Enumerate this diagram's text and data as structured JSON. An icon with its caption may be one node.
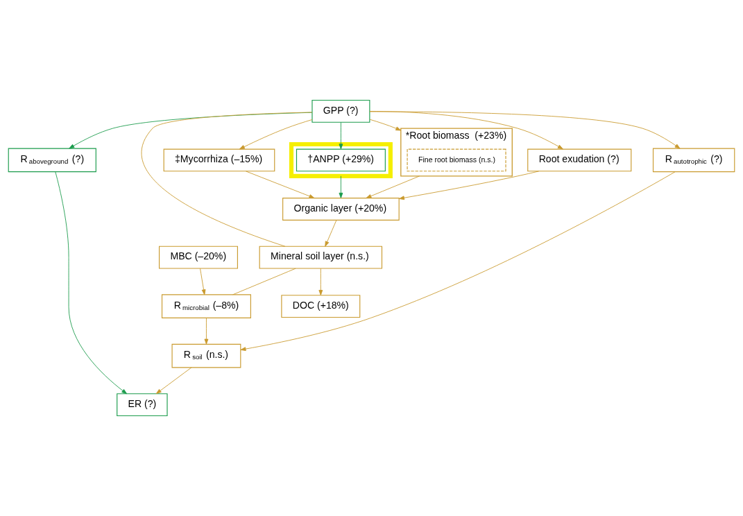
{
  "diagram": {
    "nodes": [
      {
        "text": [
          "GPP (?)"
        ]
      },
      {
        "text": [
          "ER (?)"
        ]
      },
      {
        "text": [],
        "shape": "box"
      },
      {
        "text": [
          "†ANPP (+29%)"
        ],
        "in": 2
      },
      {
        "text": [
          "R$_{aboveground}$ (?)"
        ]
      },
      {
        "text": [
          "Organic layer (+20%)"
        ]
      },
      {
        "text": [
          "*Root biomass  (+23%)"
        ]
      },
      {
        "text": [
          "Fine root biomass (n.s.)"
        ],
        "in": 6
      },
      {
        "text": [
          "Root exudation (?)"
        ]
      },
      {
        "text": [
          "‡Mycorrhiza (–15%)"
        ]
      },
      {
        "text": [
          "R$_{autotrophic}$ (?)"
        ]
      },
      {
        "text": [
          "R$_{soil}$ (n.s.)"
        ]
      },
      {
        "text": [
          "MBC (–20%)"
        ]
      },
      {
        "text": [
          "R$_{microbial}$ (–8%)"
        ]
      },
      {
        "text": [
          "Mineral soil layer (n.s.)"
        ]
      },
      {
        "text": [
          "DOC (+18%)"
        ]
      }
    ],
    "edges": [
      {
        "from": 0,
        "to": 3,
        "arrow": "to",
        "color": "#1a9b4b"
      },
      {
        "from": 0,
        "to": 4,
        "arrow": "to",
        "color": "#1a9b4b"
      },
      {
        "from": 4,
        "to": 1,
        "arrow": "to",
        "color": "#1a9b4b"
      },
      {
        "from": 2,
        "to": 5,
        "arrow": "to",
        "color": "#1a9b4b"
      },
      {
        "from": 0,
        "to": 6,
        "arrow": "to"
      },
      {
        "from": 0,
        "to": 10,
        "arrow": "to"
      },
      {
        "from": 0,
        "to": 8,
        "arrow": "to"
      },
      {
        "from": 0,
        "to": 9,
        "arrow": "to"
      },
      {
        "from": 0,
        "to": 14,
        "arrow": "none"
      },
      {
        "from": 6,
        "to": 5,
        "arrow": "to"
      },
      {
        "from": 8,
        "to": 5,
        "arrow": "to"
      },
      {
        "from": 9,
        "to": 5,
        "arrow": "to"
      },
      {
        "from": 5,
        "to": 14,
        "arrow": "to"
      },
      {
        "from": 10,
        "to": 11,
        "arrow": "to"
      },
      {
        "from": 12,
        "to": 13,
        "arrow": "to"
      },
      {
        "from": 13,
        "to": 11,
        "arrow": "to"
      },
      {
        "from": 11,
        "to": 1,
        "arrow": "to"
      },
      {
        "from": 14,
        "to": 13,
        "arrow": "none"
      },
      {
        "from": 14,
        "to": 15,
        "arrow": "to"
      }
    ]
  }
}
